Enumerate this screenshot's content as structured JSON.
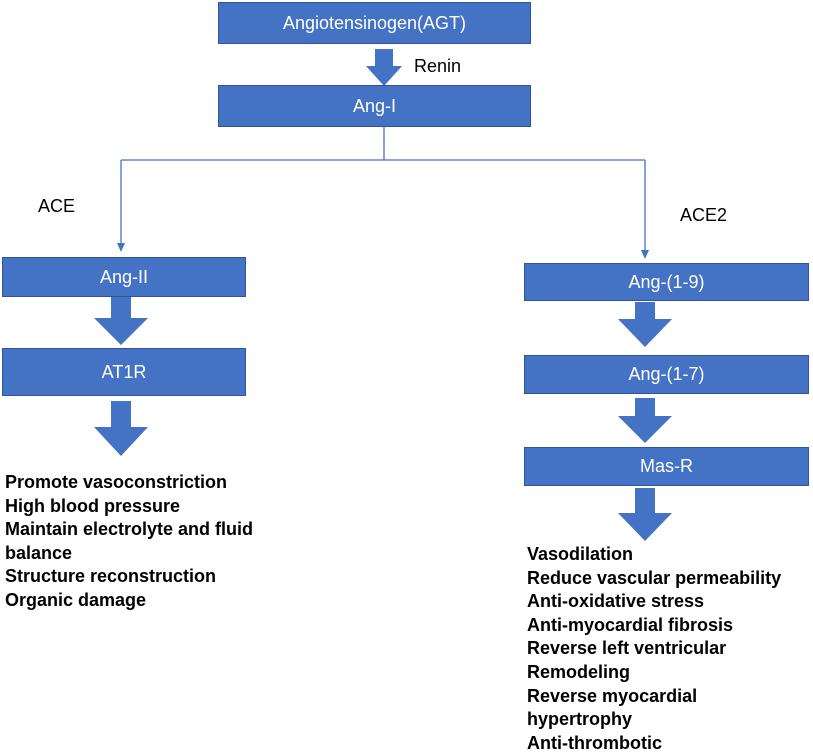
{
  "nodes": {
    "agt": "Angiotensinogen(AGT)",
    "ang1": "Ang-I",
    "ang2": "Ang-II",
    "at1r": "AT1R",
    "ang19": "Ang-(1-9)",
    "ang17": "Ang-(1-7)",
    "masr": "Mas-R"
  },
  "enzymes": {
    "renin": "Renin",
    "ace": "ACE",
    "ace2": "ACE2"
  },
  "left_effects": [
    "Promote vasoconstriction",
    "High blood pressure",
    "Maintain electrolyte and fluid",
    "balance",
    "Structure reconstruction",
    "Organic damage"
  ],
  "right_effects": [
    "Vasodilation",
    "Reduce vascular permeability",
    "Anti-oxidative stress",
    "Anti-myocardial fibrosis",
    "Reverse left ventricular",
    "Remodeling",
    "Reverse myocardial",
    "hypertrophy",
    "Anti-thrombotic"
  ],
  "colors": {
    "box_fill": "#4472C4",
    "box_border": "#2F5597",
    "arrow_fill": "#4472C4",
    "connector": "#4472C4"
  }
}
